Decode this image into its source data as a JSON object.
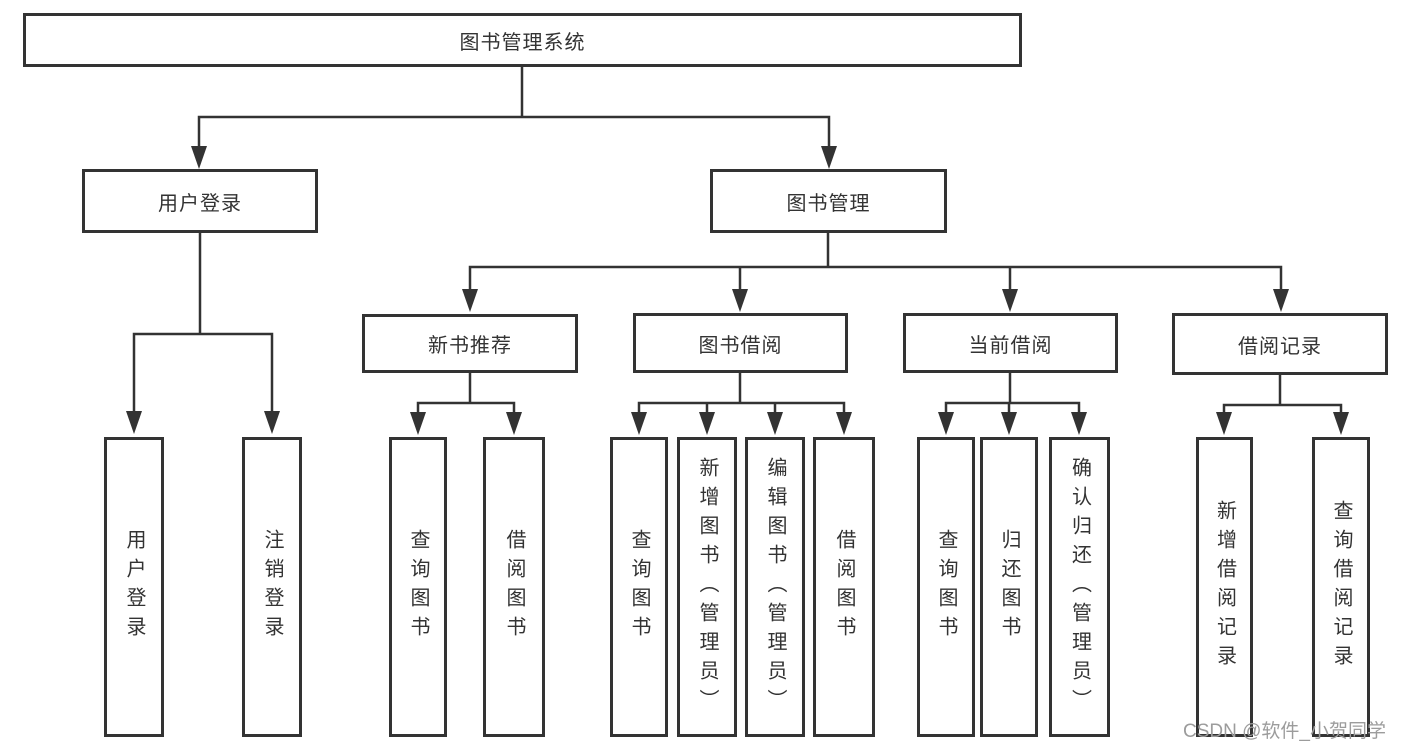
{
  "diagram": {
    "root": {
      "label": "图书管理系统"
    },
    "branches": [
      {
        "label": "用户登录",
        "children": [
          {
            "label": "用户登录"
          },
          {
            "label": "注销登录"
          }
        ]
      },
      {
        "label": "图书管理",
        "children": [
          {
            "label": "新书推荐",
            "children": [
              {
                "label": "查询图书"
              },
              {
                "label": "借阅图书"
              }
            ]
          },
          {
            "label": "图书借阅",
            "children": [
              {
                "label": "查询图书"
              },
              {
                "label": "新增图书（管理员）"
              },
              {
                "label": "编辑图书（管理员）"
              },
              {
                "label": "借阅图书"
              }
            ]
          },
          {
            "label": "当前借阅",
            "children": [
              {
                "label": "查询图书"
              },
              {
                "label": "归还图书"
              },
              {
                "label": "确认归还（管理员）"
              }
            ]
          },
          {
            "label": "借阅记录",
            "children": [
              {
                "label": "新增借阅记录"
              },
              {
                "label": "查询借阅记录"
              }
            ]
          }
        ]
      }
    ]
  },
  "watermark": {
    "text": "CSDN @软件_小贺同学"
  },
  "colors": {
    "line": "#333333",
    "text": "#333333",
    "watermark": "#9c9c9c",
    "background": "#ffffff"
  }
}
